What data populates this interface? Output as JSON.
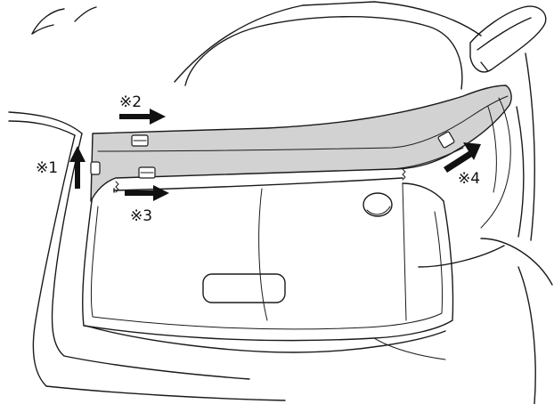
{
  "colors": {
    "line": "#1a1a1a",
    "panel_fill": "#d2d2d2",
    "arrow": "#111111",
    "background": "#ffffff"
  },
  "callouts": [
    {
      "id": "1",
      "label": "※1",
      "arrow_direction": "up"
    },
    {
      "id": "2",
      "label": "※2",
      "arrow_direction": "right"
    },
    {
      "id": "3",
      "label": "※3",
      "arrow_direction": "right"
    },
    {
      "id": "4",
      "label": "※4",
      "arrow_direction": "up-right"
    }
  ]
}
